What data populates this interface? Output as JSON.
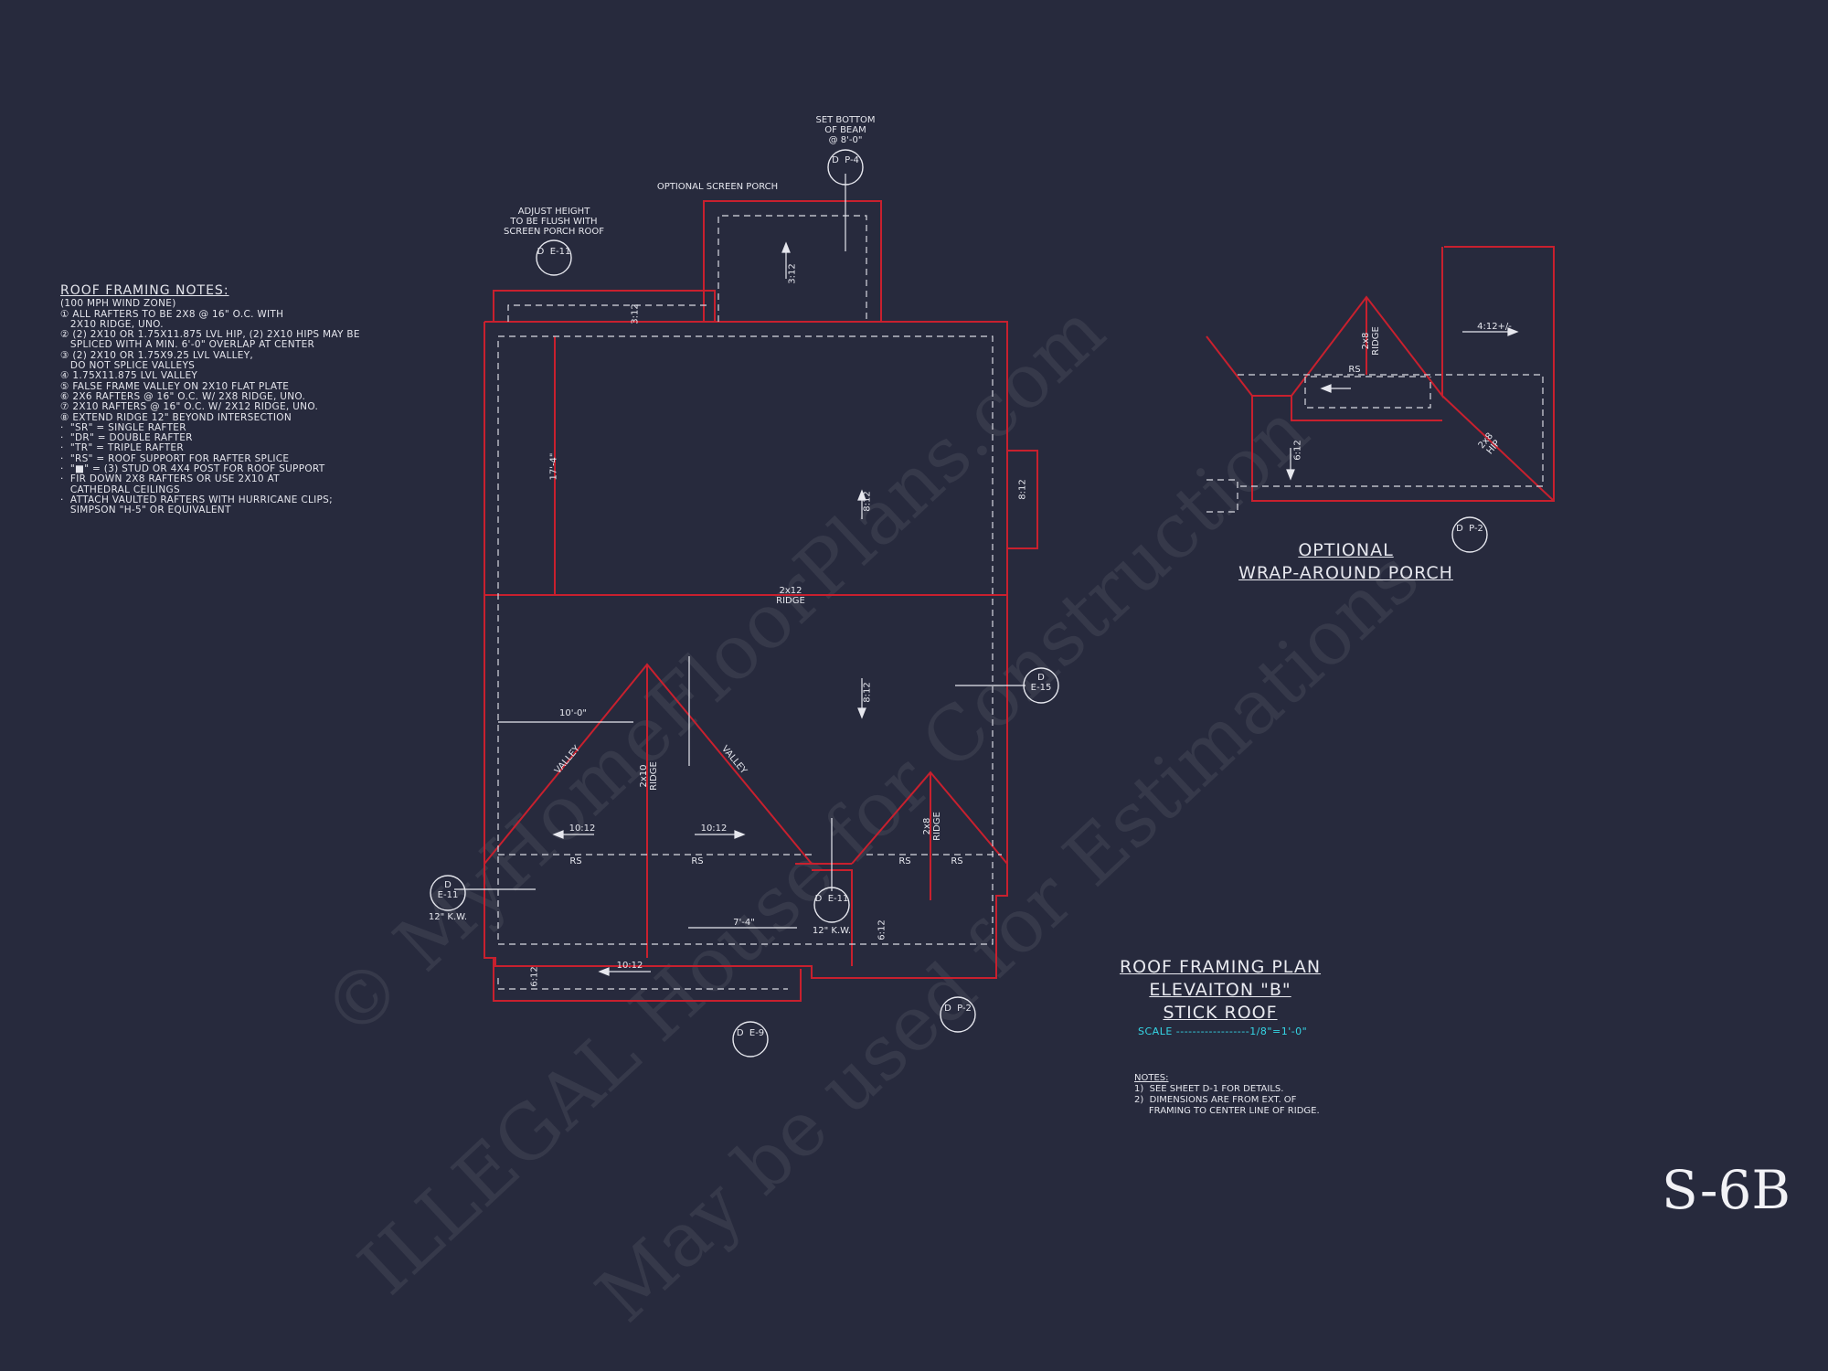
{
  "roof_notes": {
    "title": "ROOF FRAMING NOTES:",
    "lines": [
      "(100 MPH WIND ZONE)",
      "① ALL RAFTERS TO BE 2x8 @ 16\" O.C. WITH",
      "   2x10 RIDGE, UNO.",
      "② (2) 2x10 OR 1.75x11.875 LVL HIP, (2) 2x10 HIPS MAY BE",
      "   SPLICED WITH A MIN. 6'-0\" OVERLAP AT CENTER",
      "③ (2) 2x10 OR 1.75x9.25 LVL VALLEY,",
      "   DO NOT SPLICE VALLEYS",
      "④ 1.75x11.875 LVL VALLEY",
      "⑤ FALSE FRAME VALLEY ON 2x10 FLAT PLATE",
      "⑥ 2x6 RAFTERS @ 16\" O.C. W/ 2x8 RIDGE, UNO.",
      "⑦ 2x10 RAFTERS @ 16\" O.C. W/ 2x12 RIDGE, UNO.",
      "⑧ EXTEND RIDGE 12\" BEYOND INTERSECTION",
      "·  \"SR\" = SINGLE RAFTER",
      "·  \"DR\" = DOUBLE RAFTER",
      "·  \"TR\" = TRIPLE RAFTER",
      "·  \"RS\" = ROOF SUPPORT FOR RAFTER SPLICE",
      "·  \"■\" = (3) STUD OR 4x4 POST FOR ROOF SUPPORT",
      "·  FIR DOWN 2x8 RAFTERS OR USE 2x10 AT",
      "   CATHEDRAL CEILINGS",
      "·  ATTACH VAULTED RAFTERS WITH HURRICANE CLIPS;",
      "   SIMPSON \"H-5\" OR EQUIVALENT"
    ]
  },
  "callouts": {
    "set_bottom": "SET BOTTOM\nOF BEAM\n@ 8'-0\"",
    "optional_screen_porch": "OPTIONAL SCREEN PORCH",
    "adjust_height": "ADJUST HEIGHT\nTO BE FLUSH WITH\nSCREEN PORCH ROOF",
    "ridge_main": "2x12\nRIDGE",
    "dim_17_4": "17'-4\"",
    "dim_10_0": "10'-0\"",
    "dim_7_4": "7'-4\"",
    "valley": "VALLEY",
    "rs": "RS",
    "kw": "12\" K.W.",
    "ridge_2x10": "2x10\nRIDGE",
    "ridge_2x8": "2x8\nRIDGE",
    "pitch_8_12": "8:12",
    "pitch_10_12": "10:12",
    "pitch_6_12": "6:12",
    "pitch_3_12": "3:12",
    "pitch_4_12": "4:12+/-",
    "hip": "2x8\nHIP"
  },
  "section_markers": [
    {
      "top": "D",
      "bottom": "P-4"
    },
    {
      "top": "D",
      "bottom": "E-11"
    },
    {
      "top": "D",
      "bottom": "E-15"
    },
    {
      "top": "D",
      "bottom": "E-11"
    },
    {
      "top": "D",
      "bottom": "E-11"
    },
    {
      "top": "D",
      "bottom": "E-9"
    },
    {
      "top": "D",
      "bottom": "P-2"
    },
    {
      "top": "D",
      "bottom": "P-2"
    }
  ],
  "wrap_porch": {
    "line1": "OPTIONAL",
    "line2": "WRAP-AROUND PORCH"
  },
  "title_block": {
    "line1": "ROOF FRAMING PLAN",
    "line2": "ELEVAITON \"B\"",
    "line3": "STICK ROOF",
    "scale": "SCALE ------------------1/8\"=1'-0\""
  },
  "bottom_notes": {
    "heading": "NOTES:",
    "lines": "1)  SEE SHEET D-1 FOR DETAILS.\n2)  DIMENSIONS ARE FROM EXT. OF\n     FRAMING TO CENTER LINE OF RIDGE."
  },
  "sheet_id": "S-6B",
  "watermark": {
    "line1": "© MyHomeFloorPlans.com",
    "line2": "ILLEGAL House for Construction",
    "line3": "May be used for Estimations"
  },
  "colors": {
    "background": "#272a3d",
    "framing": "#c8202e",
    "dashed": "#d8d9e2",
    "scale": "#35d6e6"
  }
}
